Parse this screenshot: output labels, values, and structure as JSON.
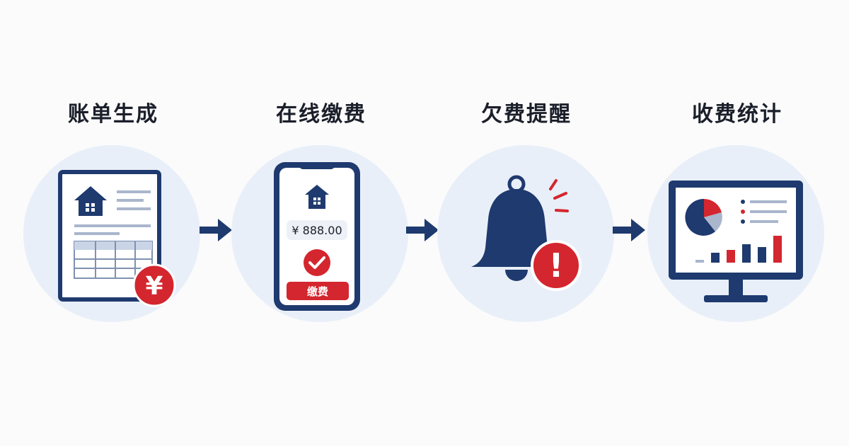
{
  "steps": [
    {
      "title": "账单生成",
      "icon": "invoice-yen-icon"
    },
    {
      "title": "在线缴费",
      "icon": "phone-payment-icon"
    },
    {
      "title": "欠费提醒",
      "icon": "bell-alert-icon"
    },
    {
      "title": "收费统计",
      "icon": "monitor-chart-icon"
    }
  ],
  "bill": {
    "currency_symbol": "¥"
  },
  "payment": {
    "amount": "¥ 888.00",
    "pay_button": "缴费"
  },
  "alert": {
    "mark": "!"
  },
  "colors": {
    "navy": "#1e3a6e",
    "red": "#d4262e",
    "circle_bg": "#e9eff8",
    "text": "#1b1f2a"
  }
}
